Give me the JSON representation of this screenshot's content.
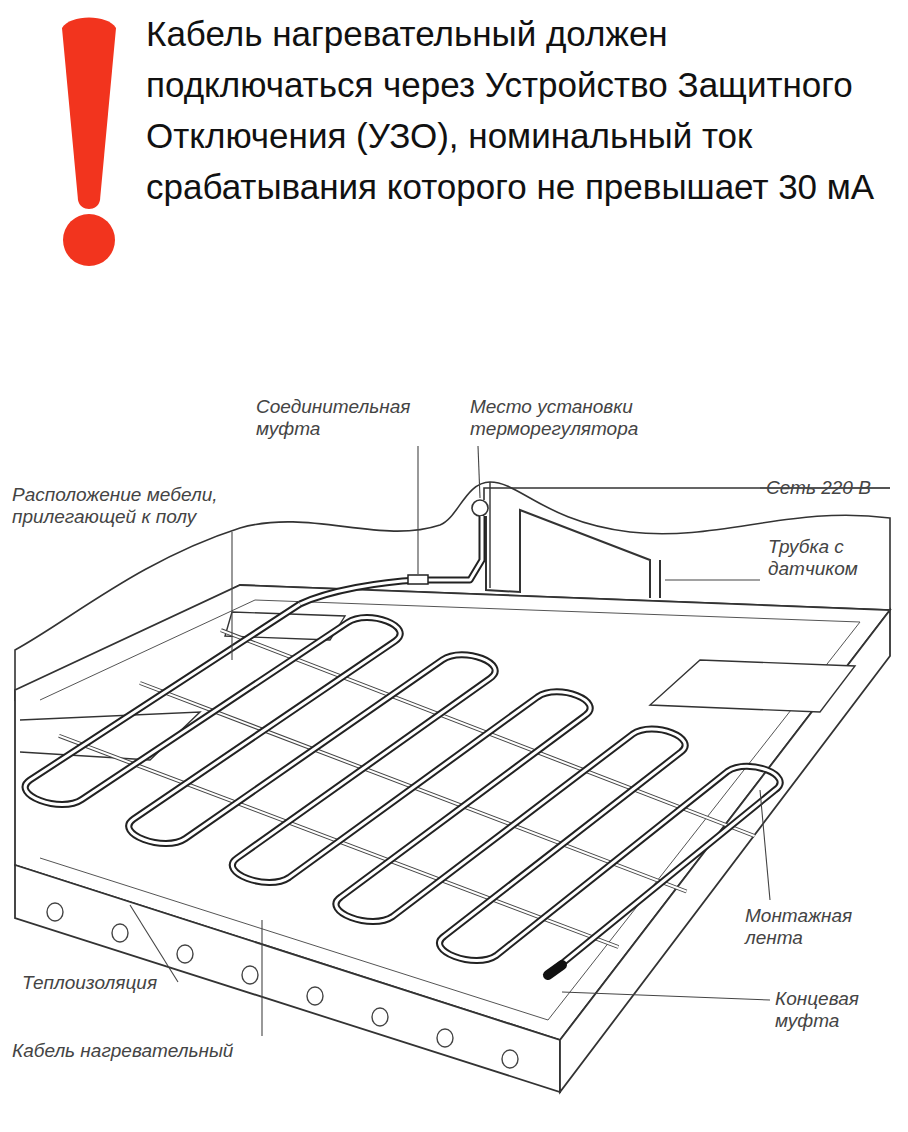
{
  "diagram": {
    "labels": [
      "Кабель нагревательный должен подключаться через Устройство Защитного Отключения (УЗО), номинальный ток срабатывания которого не превышает 30 мА",
      "Соединительная муфта",
      "Место установки терморегулятора",
      "Расположение мебели, прилегающей к полу",
      "Сеть 220 В",
      "Трубка с датчиком",
      "Монтажная лента",
      "Концевая муфта",
      "Теплоизоляция",
      "Кабель нагревательный"
    ]
  }
}
